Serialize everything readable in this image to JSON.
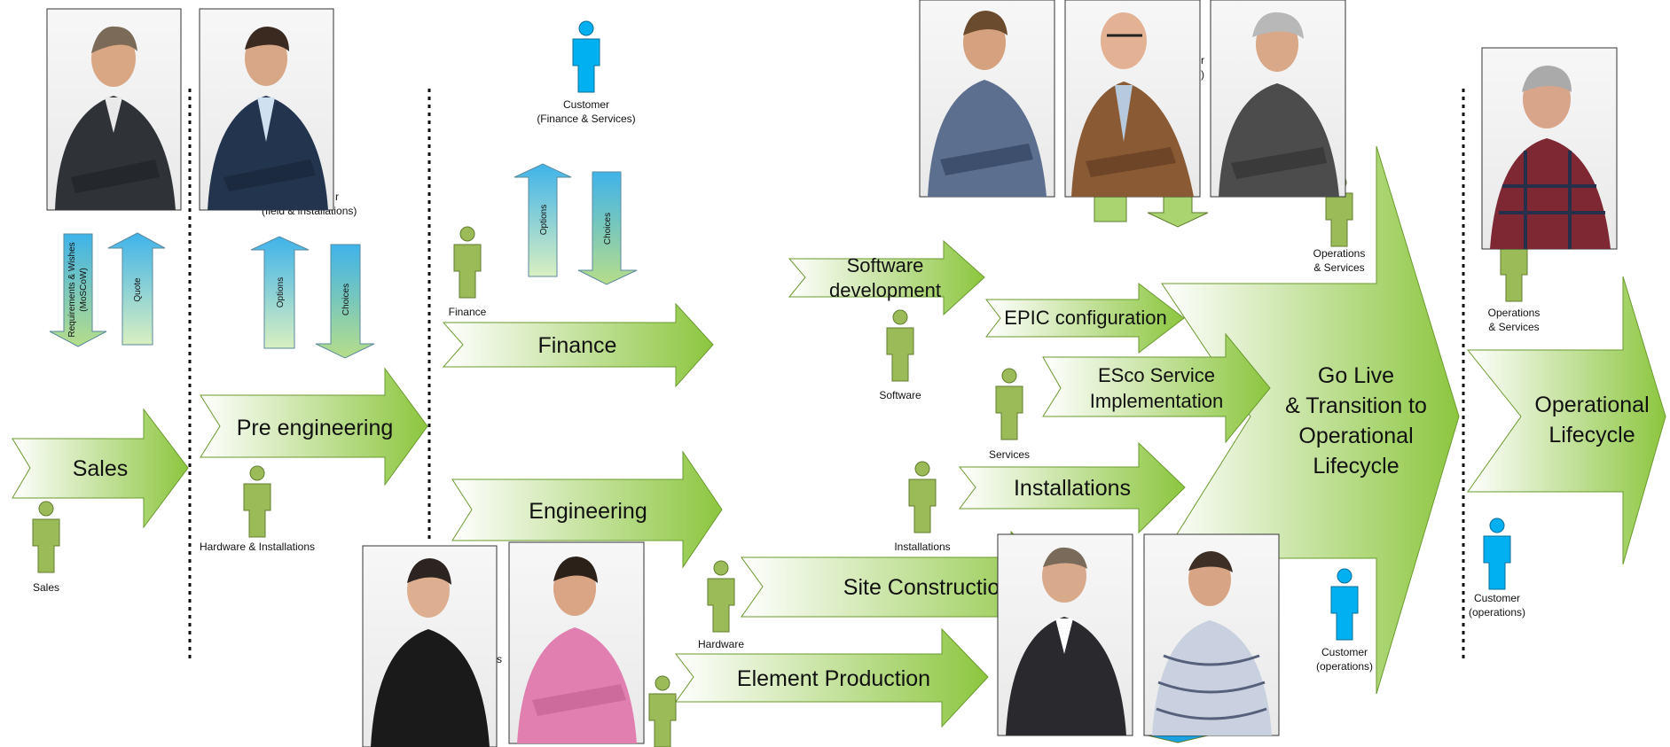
{
  "stages": {
    "sales": "Sales",
    "pre_engineering": "Pre engineering",
    "finance": "Finance",
    "engineering": "Engineering",
    "software_development": [
      "Software",
      "development"
    ],
    "epic_configuration": "EPIC configuration",
    "esco_service": [
      "ESco Service",
      "Implementation"
    ],
    "installations": "Installations",
    "site_construction": "Site Constructio",
    "element_production": "Element Production",
    "go_live": [
      "Go Live",
      "& Transition to",
      "Operational",
      "Lifecycle"
    ],
    "operational_lifecycle": [
      "Operational",
      "Lifecycle"
    ]
  },
  "flows": {
    "requirements": [
      "Requirements & Wishes",
      "(MoSCoW)"
    ],
    "quote": "Quote",
    "options_1": "Options",
    "choices_1": "Choices",
    "options_2": "Options",
    "choices_2": "Choices"
  },
  "roles": {
    "sales": "Sales",
    "hardware_installations": "Hardware & Installations",
    "customer_finance": [
      "Customer",
      "(Finance & Services)"
    ],
    "finance": "Finance",
    "software": "Software",
    "services": "Services",
    "installations": "Installations",
    "hardware": "Hardware",
    "operations_services_1": [
      "Operations",
      "& Services"
    ],
    "operations_services_2": [
      "Operations",
      "& Services"
    ],
    "customer_operations_1": [
      "Customer",
      "(operations)"
    ],
    "customer_operations_2": [
      "Customer",
      "(operations)"
    ]
  },
  "fragments": {
    "behind_photo_1": [
      "r",
      "(field & installations)"
    ],
    "behind_photo_2": "s",
    "behind_photo_3": [
      "r",
      ")"
    ]
  },
  "colors": {
    "green_dark": "#8cc63f",
    "green_light": "#ffffff",
    "blue_dark": "#1ba1e2",
    "blue_light": "#ffffff",
    "person_green": "#9bbb59",
    "person_blue": "#00b0f0"
  }
}
